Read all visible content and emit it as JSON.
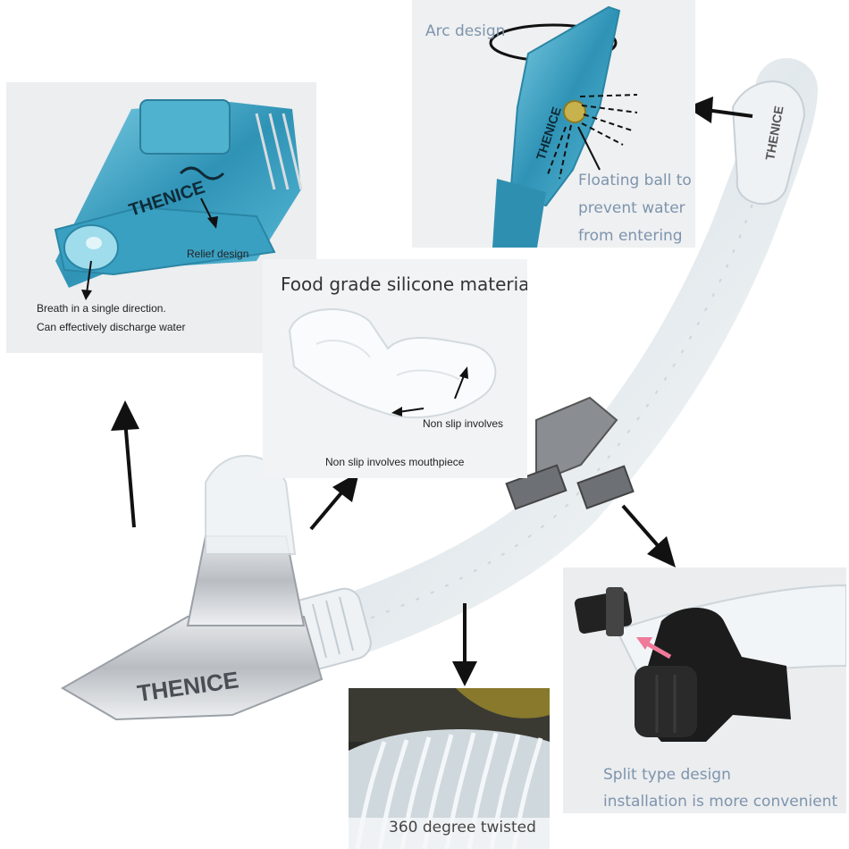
{
  "brand": "THENICE",
  "panels": {
    "relief": {
      "relief_label": "Relief design",
      "breath_line1": "Breath in a single direction.",
      "breath_line2": "Can effectively discharge water"
    },
    "arc": {
      "title": "Arc design",
      "float_line1": "Floating ball to",
      "float_line2": "prevent water",
      "float_line3": "from entering"
    },
    "silicone": {
      "title": "Food grade silicone material",
      "non_slip": "Non slip involves",
      "non_slip_mouthpiece": "Non slip involves mouthpiece"
    },
    "twisted": {
      "caption": "360 degree twisted"
    },
    "split": {
      "line1": "Split type design",
      "line2": "installation is more convenient"
    }
  },
  "colors": {
    "accent_blue": "#3fa6c4",
    "label_blue": "#7e94ad",
    "silver": "#c9ccd0",
    "clip_black": "#1c1c1c",
    "pink_arrow": "#f07a9a"
  }
}
